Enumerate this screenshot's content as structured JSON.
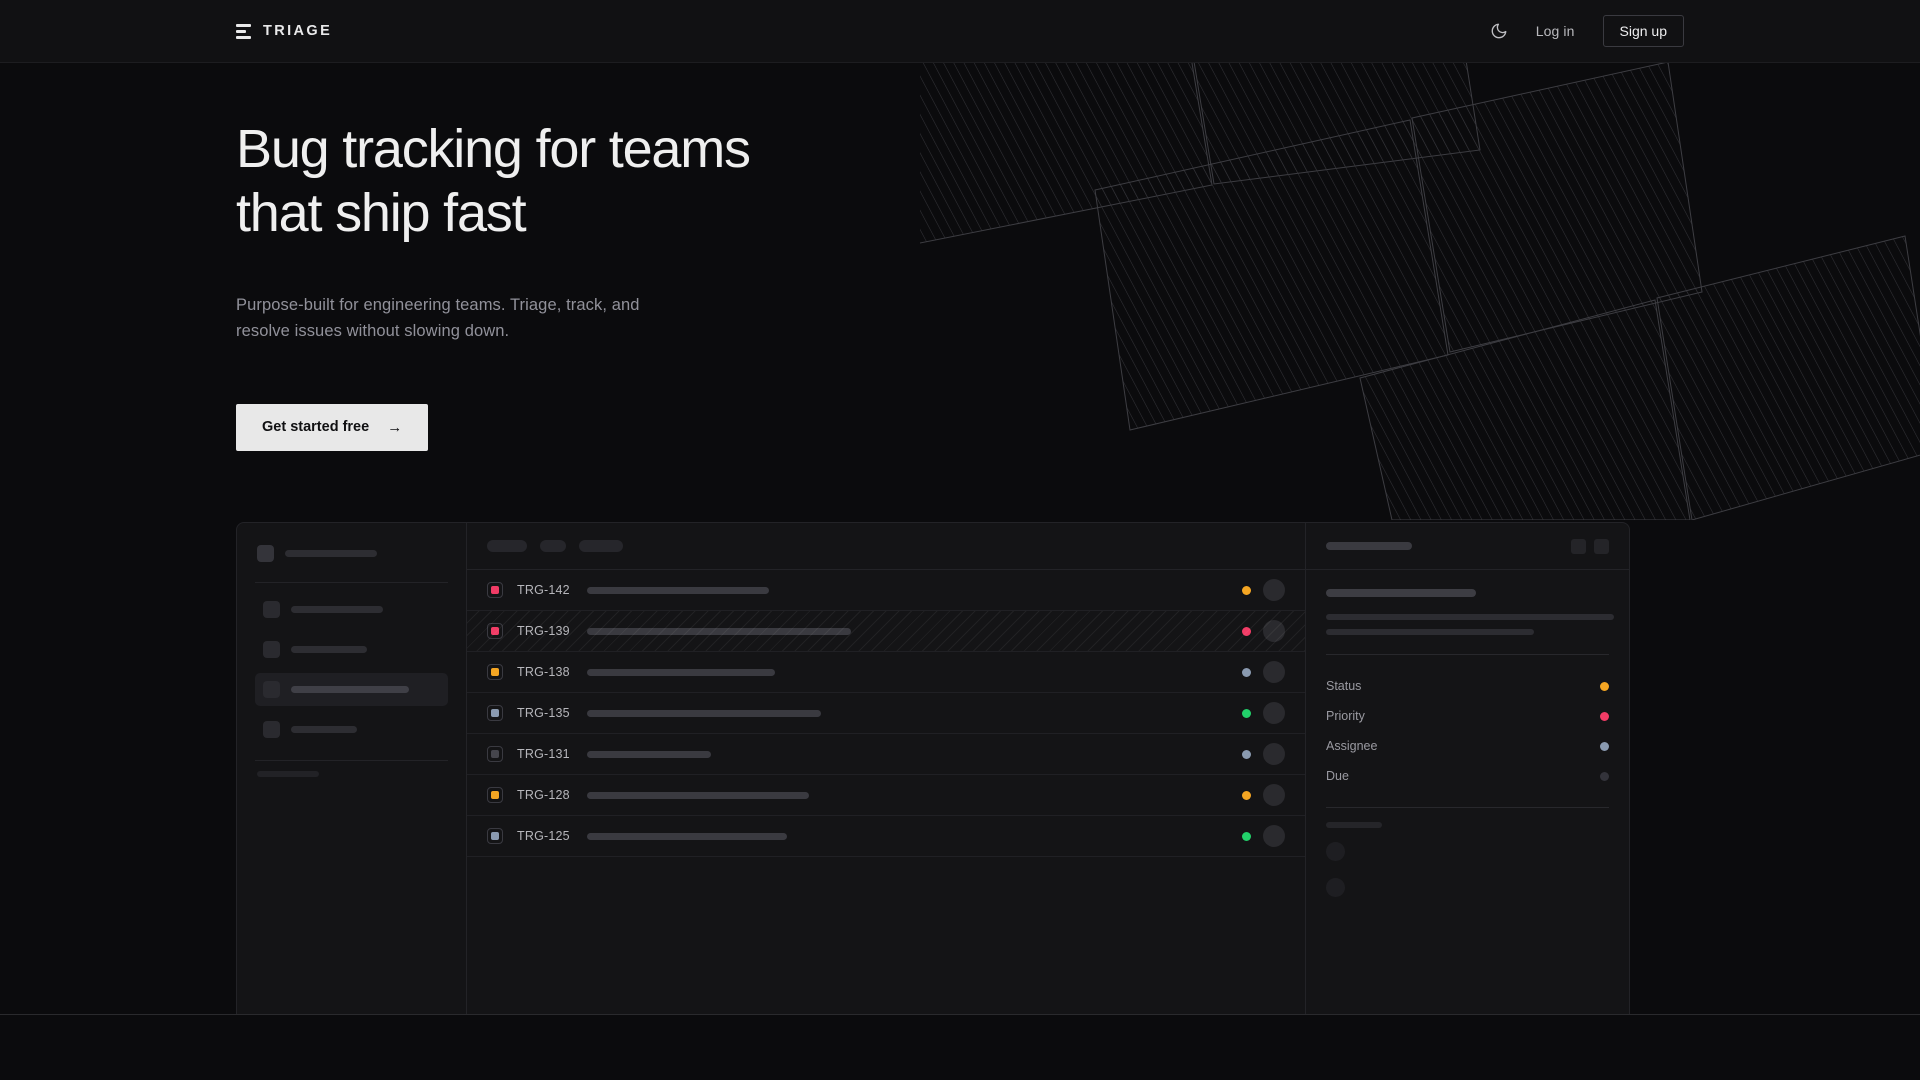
{
  "brand": {
    "name": "TRIAGE",
    "mark_icon": "logo-bars-icon"
  },
  "nav": {
    "theme_toggle_icon": "moon-icon",
    "login_label": "Log in",
    "signup_label": "Sign up"
  },
  "hero": {
    "title": "Bug tracking for teams\nthat ship fast",
    "subtitle": "Purpose-built for engineering teams. Triage, track, and\nresolve issues without slowing down.",
    "cta_label": "Get started free",
    "cta_arrow": "→"
  },
  "colors": {
    "page_bg": "#0b0b0d",
    "nav_bg": "#111113",
    "panel_bg": "#141416",
    "border": "#232327",
    "text_primary": "#efefef",
    "text_muted": "#91919a",
    "cta_bg": "#e8e8e8",
    "status_amber": "#f5a623",
    "status_pink": "#f23c66",
    "status_slate": "#8a9ab0",
    "status_green": "#22d16a",
    "status_grey": "#33333a"
  },
  "app": {
    "sidebar": {
      "workspace_rows": 1,
      "nav_items": [
        {
          "active": false,
          "width": 92
        },
        {
          "active": false,
          "width": 76
        },
        {
          "active": true,
          "width": 118
        },
        {
          "active": false,
          "width": 66
        }
      ],
      "section_label": "",
      "mini_dots": 3
    },
    "toolbar": {
      "chips": [
        40,
        26,
        44
      ]
    },
    "issues": [
      {
        "id": "TRG-142",
        "badge_color": "#f23c66",
        "title_width": 182,
        "status_color": "#f5a623",
        "hatched": false
      },
      {
        "id": "TRG-139",
        "badge_color": "#f23c66",
        "title_width": 264,
        "status_color": "#f23c66",
        "hatched": true
      },
      {
        "id": "TRG-138",
        "badge_color": "#f5a623",
        "title_width": 188,
        "status_color": "#8a9ab0",
        "hatched": false
      },
      {
        "id": "TRG-135",
        "badge_color": "#8a9ab0",
        "title_width": 234,
        "status_color": "#22d16a",
        "hatched": false
      },
      {
        "id": "TRG-131",
        "badge_color": "#45454c",
        "title_width": 124,
        "status_color": "#8a9ab0",
        "hatched": false
      },
      {
        "id": "TRG-128",
        "badge_color": "#f5a623",
        "title_width": 222,
        "status_color": "#f5a623",
        "hatched": false
      },
      {
        "id": "TRG-125",
        "badge_color": "#8a9ab0",
        "title_width": 200,
        "status_color": "#22d16a",
        "hatched": false
      }
    ],
    "detail": {
      "header_actions": 2,
      "body_lines": [
        288,
        208
      ],
      "fields": [
        {
          "label": "Status",
          "dot_color": "#f5a623"
        },
        {
          "label": "Priority",
          "dot_color": "#f23c66"
        },
        {
          "label": "Assignee",
          "dot_color": "#8a9ab0"
        },
        {
          "label": "Due",
          "dot_color": "#33333a"
        }
      ],
      "footer_circles": 2
    }
  }
}
